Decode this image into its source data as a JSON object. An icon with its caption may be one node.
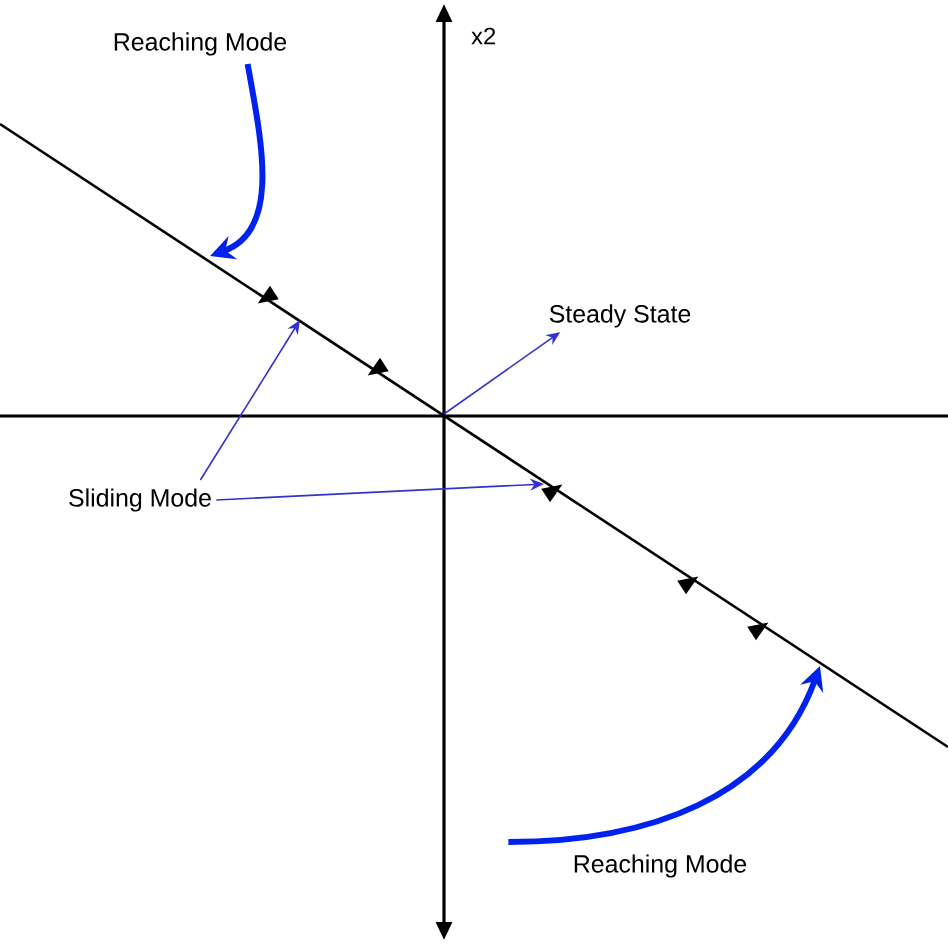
{
  "diagram": {
    "nodes": [
      {
        "text": [
          "Reaching Mode"
        ]
      },
      {
        "text": [
          "Steady State"
        ]
      },
      {
        "text": [
          "Sliding Mode"
        ]
      },
      {
        "text": [
          "Reaching Mode"
        ]
      }
    ],
    "edges": [
      {
        "from": 0,
        "to": null,
        "arrow": "to",
        "style": "thick",
        "color": "#0022ee"
      },
      {
        "from": null,
        "to": 1,
        "arrow": "to",
        "color": "#3333cc"
      },
      {
        "from": 2,
        "to": null,
        "arrow": "to",
        "color": "#3333cc"
      },
      {
        "from": 2,
        "to": null,
        "arrow": "to",
        "color": "#3333cc"
      },
      {
        "from": 3,
        "to": null,
        "arrow": "to",
        "style": "thick",
        "color": "#0022ee"
      }
    ],
    "labels": [
      "x2"
    ]
  }
}
